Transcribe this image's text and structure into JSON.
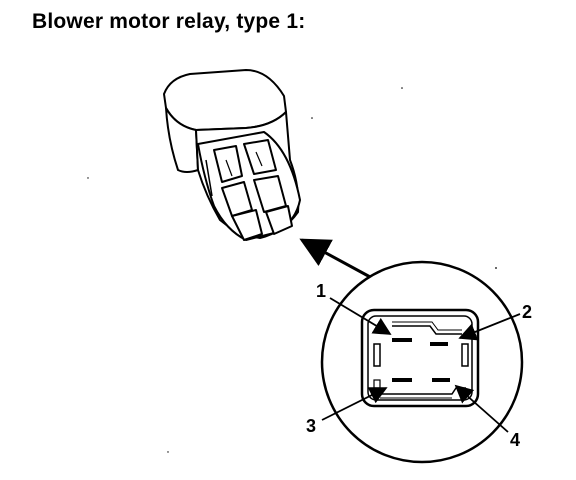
{
  "title": "Blower motor relay, type 1:",
  "pins": [
    {
      "label": "1"
    },
    {
      "label": "2"
    },
    {
      "label": "3"
    },
    {
      "label": "4"
    }
  ],
  "colors": {
    "ink": "#000000",
    "paper": "#ffffff"
  }
}
